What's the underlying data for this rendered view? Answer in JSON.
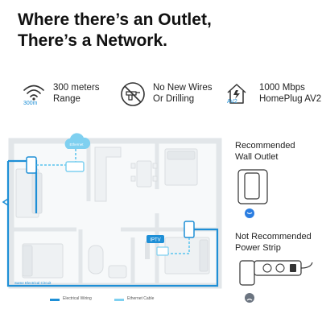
{
  "headline": {
    "line1": "Where there’s an Outlet,",
    "line2": "There’s a Network."
  },
  "features": [
    {
      "icon": "wifi-range-icon",
      "sub": "300m",
      "line1": "300 meters",
      "line2": "Range"
    },
    {
      "icon": "no-drilling-icon",
      "line1": "No New Wires",
      "line2": "Or Drilling"
    },
    {
      "icon": "house-av2-icon",
      "sub": "AV2",
      "line1": "1000 Mbps",
      "line2": "HomePlug AV2"
    }
  ],
  "floorplan": {
    "ethernet_tag": "Ethernet",
    "iptv_tag": "IPTV",
    "circuit_label": "Same Electrical Circuit"
  },
  "legend": {
    "wiring": "Electrical Wiring",
    "cable": "Ethernet Cable"
  },
  "recommended": {
    "line1": "Recommended",
    "line2": "Wall Outlet"
  },
  "not_recommended": {
    "line1": "Not Recommended",
    "line2": "Power Strip"
  },
  "colors": {
    "wiring": "#1e8fd6",
    "cable": "#7fd0f0",
    "walls": "#e9edf0",
    "ok": "#2a7de1",
    "bad": "#6b7480"
  }
}
